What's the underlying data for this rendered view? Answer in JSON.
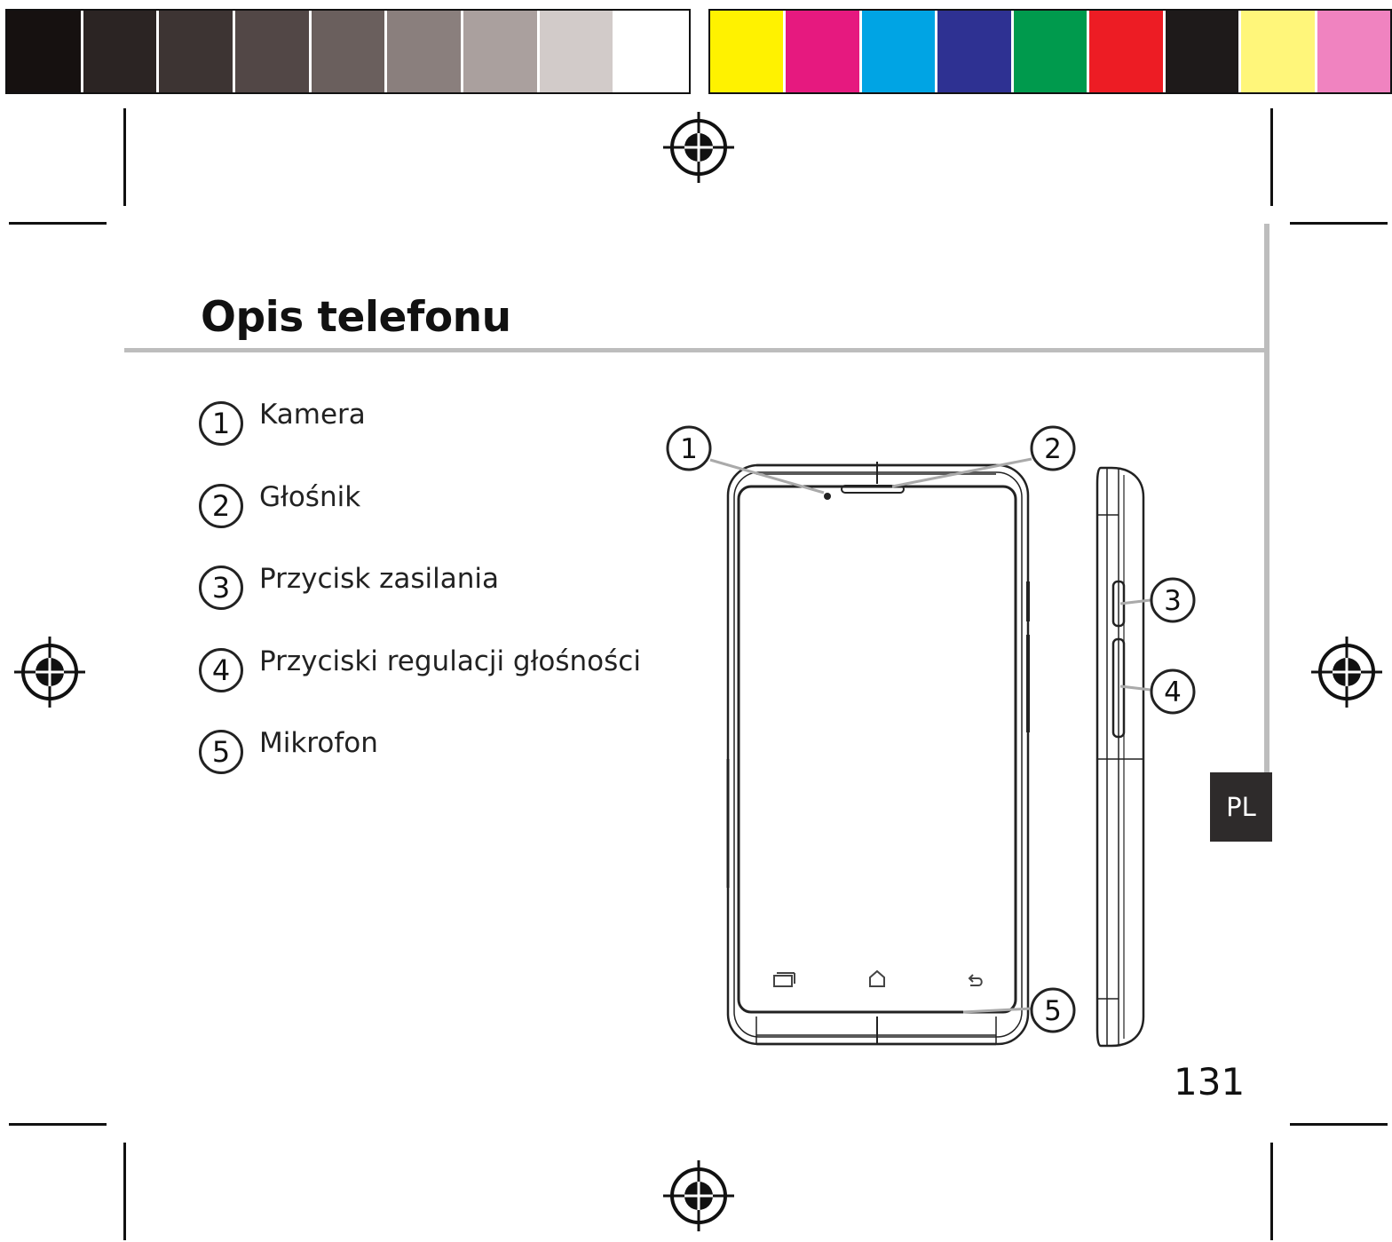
{
  "header": {
    "title": "Opis telefonu"
  },
  "parts": [
    {
      "number": "1",
      "label": "Kamera"
    },
    {
      "number": "2",
      "label": "Głośnik"
    },
    {
      "number": "3",
      "label": "Przycisk zasilania"
    },
    {
      "number": "4",
      "label": "Przyciski regulacji głośności"
    },
    {
      "number": "5",
      "label": "Mikrofon"
    }
  ],
  "callouts": [
    "1",
    "2",
    "3",
    "4",
    "5"
  ],
  "language_tab": "PL",
  "page_number": "131",
  "icons": {
    "registration_mark": "registration-mark-icon",
    "nav_recent": "recent-apps-icon",
    "nav_home": "home-icon",
    "nav_back": "back-icon"
  },
  "colors": {
    "gray_swatches": [
      "#161110",
      "#2b2423",
      "#3d3433",
      "#524746",
      "#6a5f5d",
      "#8a7f7d",
      "#aaa09e",
      "#d2cbc9",
      "#ffffff"
    ],
    "color_swatches": [
      "#fff200",
      "#e6197f",
      "#00a4e4",
      "#2e3192",
      "#009a4d",
      "#ed1c24",
      "#1e1a1a",
      "#fff67a",
      "#f083c0"
    ],
    "rule": "#bdbdbd",
    "tab_background": "#2e2b2b"
  }
}
